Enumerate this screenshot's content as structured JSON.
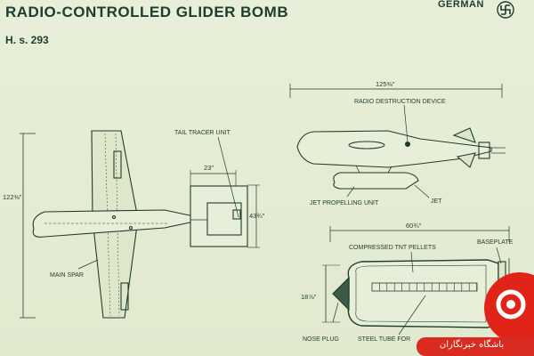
{
  "header": {
    "title": "RADIO-CONTROLLED GLIDER BOMB",
    "subtitle": "H. s. 293",
    "country": "GERMAN",
    "country_emblem_icon": "swastika-icon"
  },
  "plan_view": {
    "tail_tracer_label": "TAIL TRACER UNIT",
    "main_spar_label": "MAIN SPAR",
    "span_dim": "122⅜\"",
    "tail_width_dim": "23\"",
    "tail_span_dim": "43¾\""
  },
  "side_view": {
    "length_dim": "125⅜\"",
    "radio_label": "RADIO DESTRUCTION DEVICE",
    "jet_unit_label": "JET PROPELLING UNIT",
    "jet_label": "JET"
  },
  "warhead_view": {
    "length_dim": "60¾\"",
    "diameter_dim": "18⅞\"",
    "tnt_label": "COMPRESSED TNT PELLETS",
    "baseplate_label": "BASEPLATE",
    "nose_plug_label": "NOSE PLUG",
    "steel_tube_label": "STEEL TUBE FOR"
  },
  "watermark": {
    "text": "باشگاه خبرنگاران",
    "icon": "news-logo-icon"
  },
  "colors": {
    "background": "#e4ecd3",
    "ink": "#1e3d2f",
    "watermark": "#e02418"
  }
}
